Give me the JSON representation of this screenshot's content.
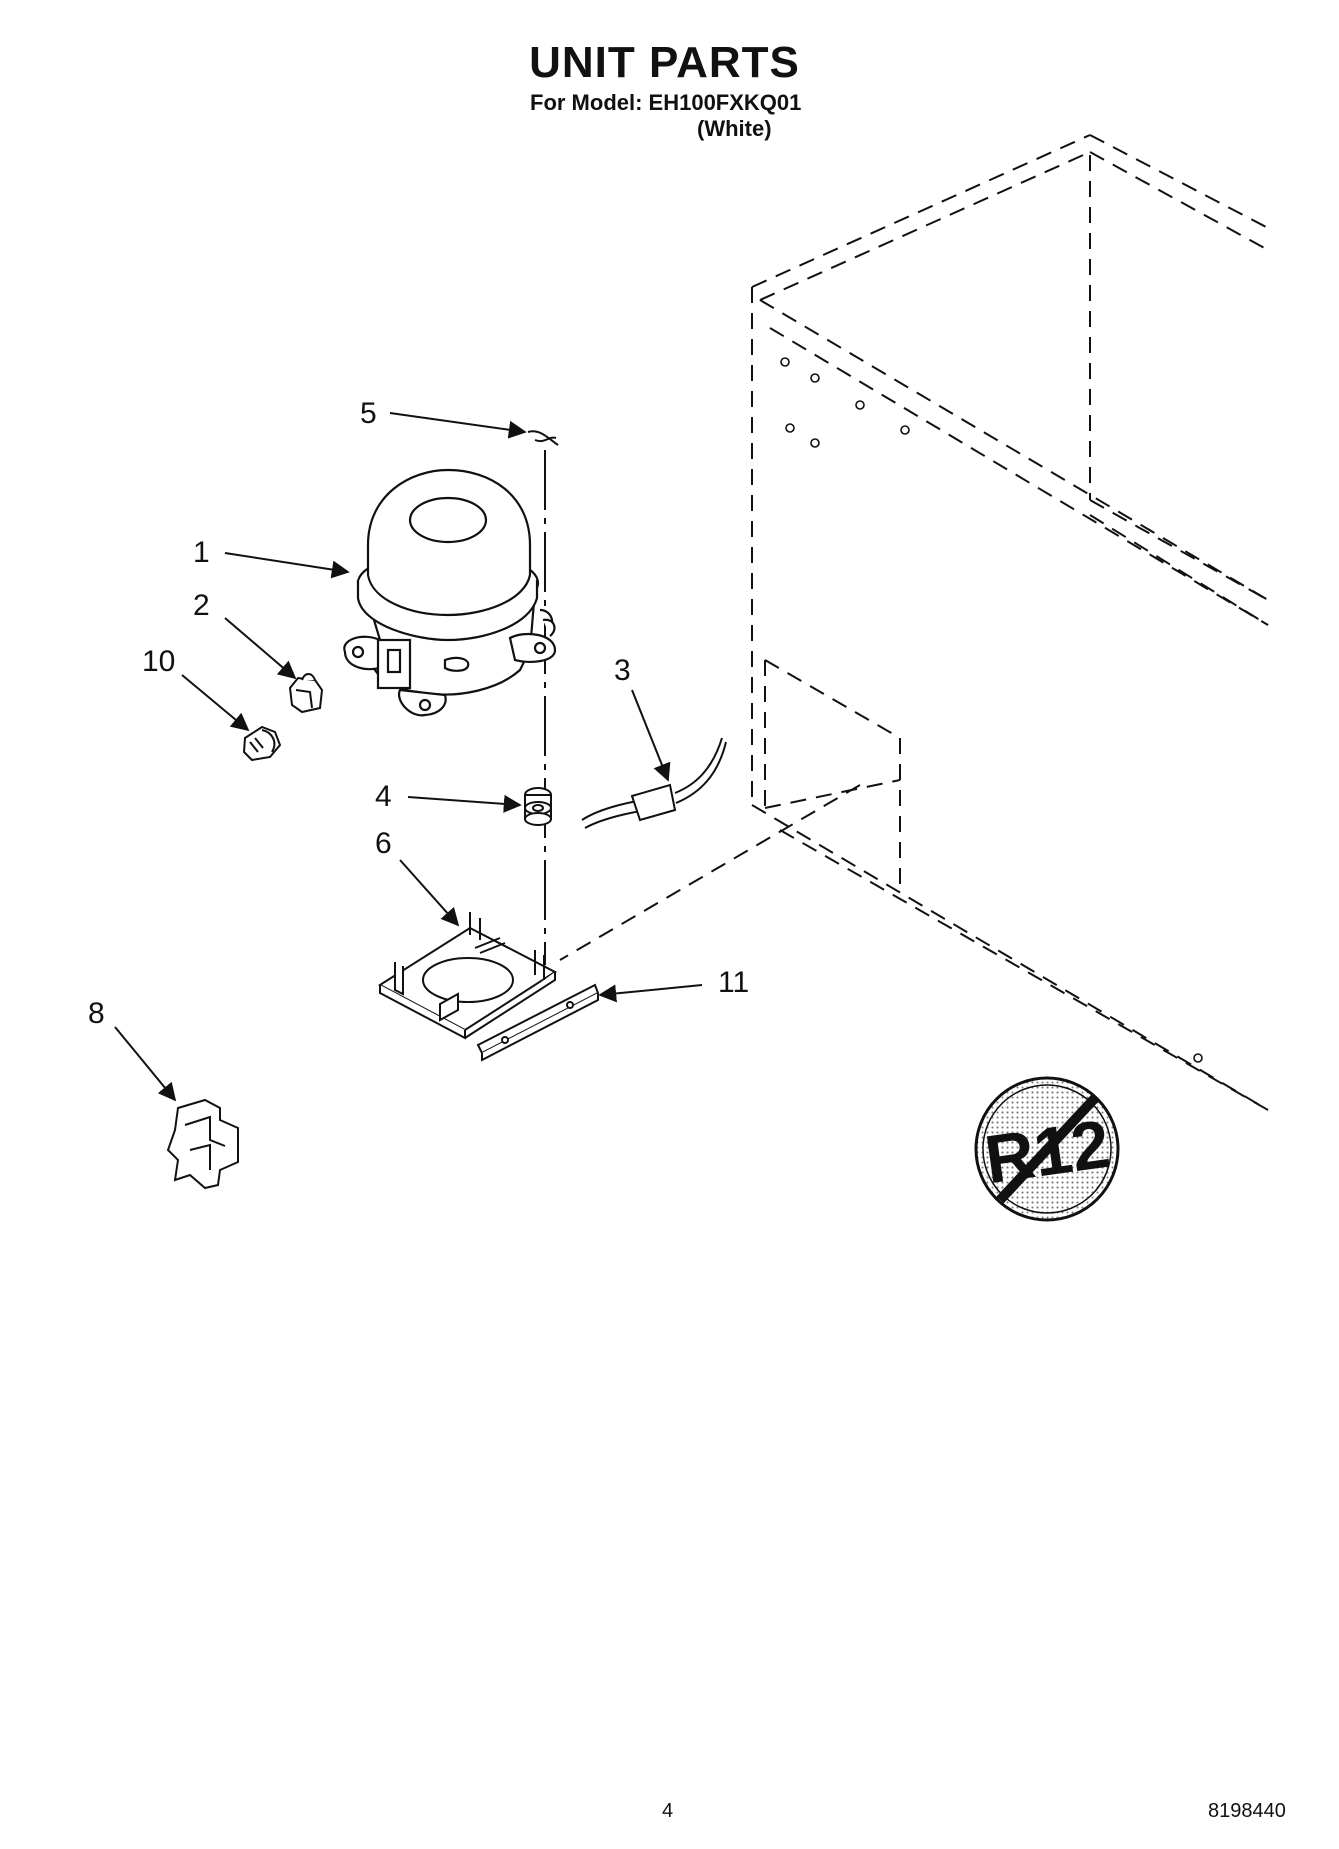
{
  "header": {
    "title": "UNIT PARTS",
    "model_line": "For Model: EH100FXKQ01",
    "color_line": "(White)"
  },
  "callouts": [
    "1",
    "2",
    "3",
    "4",
    "5",
    "6",
    "8",
    "10",
    "11"
  ],
  "badge": {
    "text": "R12"
  },
  "footer": {
    "page_number": "4",
    "doc_code": "8198440"
  }
}
